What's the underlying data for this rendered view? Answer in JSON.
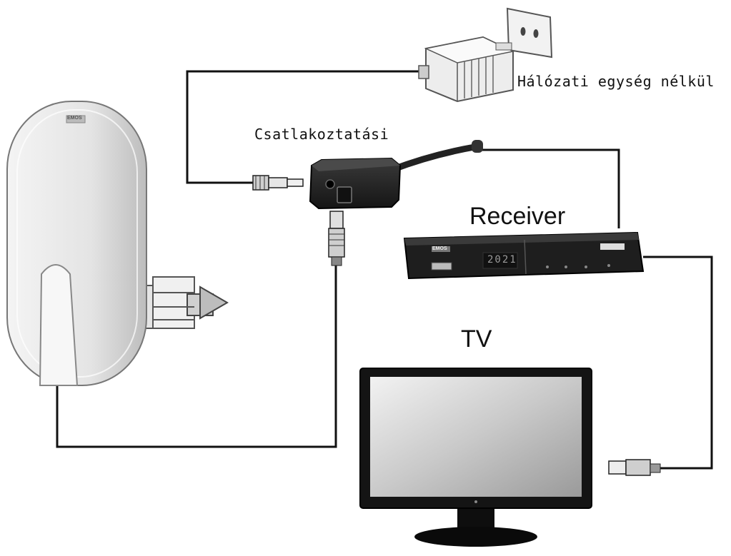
{
  "labels": {
    "power_unit": "Hálózati egység nélkül",
    "connector_box": "Csatlakoztatási",
    "receiver": "Receiver",
    "tv": "TV"
  },
  "devices": {
    "antenna_brand": "EMOS",
    "receiver_brand": "EMOS",
    "receiver_display": "2021"
  },
  "colors": {
    "cable": "#111111",
    "device_dark": "#1e1e1e",
    "device_light": "#e6e6e6"
  }
}
